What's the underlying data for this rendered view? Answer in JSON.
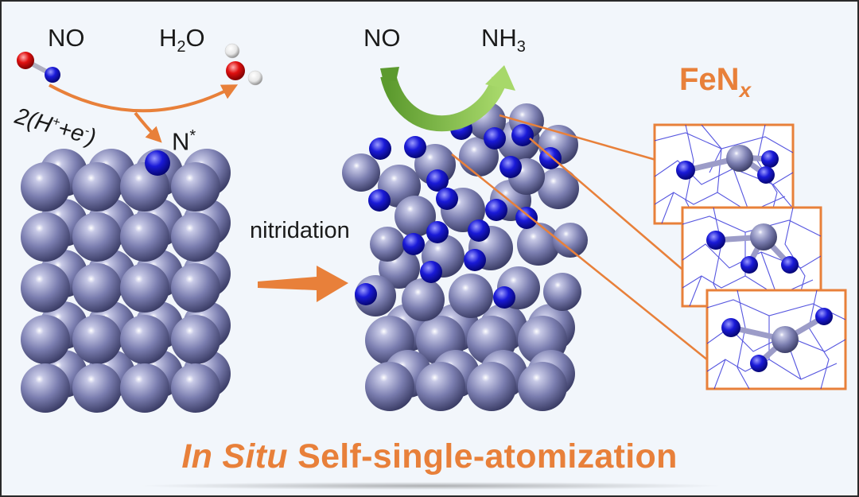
{
  "reactant_left": "NO",
  "product_left": "H",
  "product_left_sub": "2",
  "product_left_tail": "O",
  "proton_electron_label": {
    "pre": "2(H",
    "sup1": "+",
    "mid": "+e",
    "sup2": "-",
    "post": ")"
  },
  "adsorbed_n": {
    "main": "N",
    "sup": "*"
  },
  "process_label": "nitridation",
  "reactant_right": "NO",
  "product_right": "NH",
  "product_right_sub": "3",
  "site_label": {
    "main": "FeN",
    "sub": "x"
  },
  "title": {
    "italic": "In Situ",
    "rest": " Self-single-atomization"
  },
  "colors": {
    "fe_atom": "#7c7fb0",
    "n_atom": "#1010cc",
    "o_atom": "#e00000",
    "h_atom": "#ffffff",
    "accent_orange": "#e8803a",
    "green_arrow": "#79b640",
    "frame_bg": "#f2f6fb"
  },
  "icons": [
    "fe-atom-icon",
    "nitrogen-atom-icon",
    "oxygen-atom-icon",
    "hydrogen-atom-icon",
    "reaction-arrow-icon"
  ]
}
